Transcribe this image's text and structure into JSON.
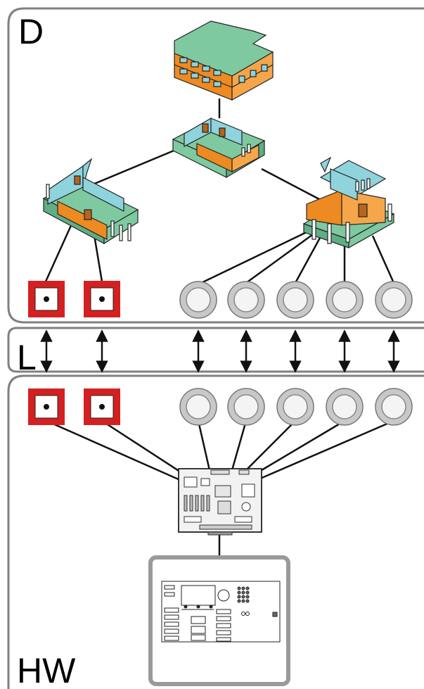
{
  "layers": [
    {
      "id": "domain",
      "label": "D"
    },
    {
      "id": "link",
      "label": "L"
    },
    {
      "id": "hardware",
      "label": "HW"
    }
  ],
  "buildings": [
    {
      "id": "office-block",
      "kind": "multi-storey office"
    },
    {
      "id": "house-center",
      "kind": "house cutaway"
    },
    {
      "id": "house-left",
      "kind": "house cutaway"
    },
    {
      "id": "house-right",
      "kind": "house cutaway"
    }
  ],
  "devices": {
    "square_nodes": 2,
    "round_nodes": 5
  },
  "colors": {
    "frame": "#808080",
    "node_red": "#d42020",
    "node_grey": "#c8c8c8",
    "roof_green": "#7fc9a0",
    "wall_orange": "#ee8a22",
    "wall_blue": "#8fd3dc",
    "pcb": "#f2f2f2"
  }
}
